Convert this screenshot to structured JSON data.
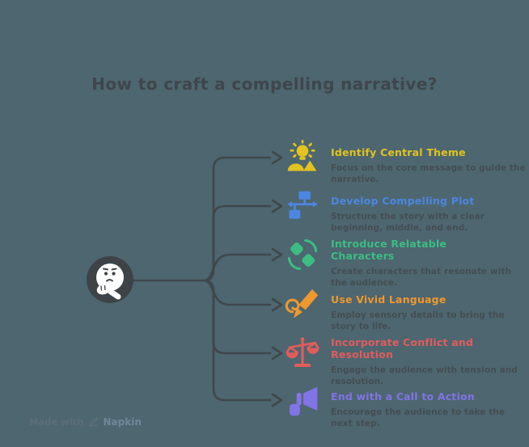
{
  "title": "How to craft a compelling narrative?",
  "center": {
    "icon": "thinking-face"
  },
  "items": [
    {
      "heading": "Identify Central Theme",
      "description": "Focus on the core message to guide the\nnarrative.",
      "color": "#e2c31f",
      "icon": "lightbulb-idea"
    },
    {
      "heading": "Develop Compelling Plot",
      "description": "Structure the story with a clear\nbeginning, middle, and end.",
      "color": "#4d86e0",
      "icon": "flowchart"
    },
    {
      "heading": "Introduce Relatable\nCharacters",
      "description": "Create characters that resonate with\nthe audience.",
      "color": "#3cbd82",
      "icon": "characters-swap"
    },
    {
      "heading": "Use Vivid Language",
      "description": "Employ sensory details to bring the\nstory to life.",
      "color": "#ee982e",
      "icon": "paintbrush"
    },
    {
      "heading": "Incorporate Conflict and\nResolution",
      "description": "Engage the audience with tension and\nresolution.",
      "color": "#e25c5c",
      "icon": "balance-scales"
    },
    {
      "heading": "End with a Call to Action",
      "description": "Encourage the audience to take the\nnext step.",
      "color": "#8273e6",
      "icon": "megaphone"
    }
  ],
  "footer": {
    "made_with": "Made with",
    "brand": "Napkin",
    "icon": "napkin-pen"
  },
  "colors": {
    "background": "#4d6670",
    "line": "#40474b",
    "node_circle": "#3e4347",
    "title_text": "#3f464b",
    "description_text": "#454d52",
    "footer_text": "#5d6e79",
    "footer_brand": "#72879a"
  }
}
